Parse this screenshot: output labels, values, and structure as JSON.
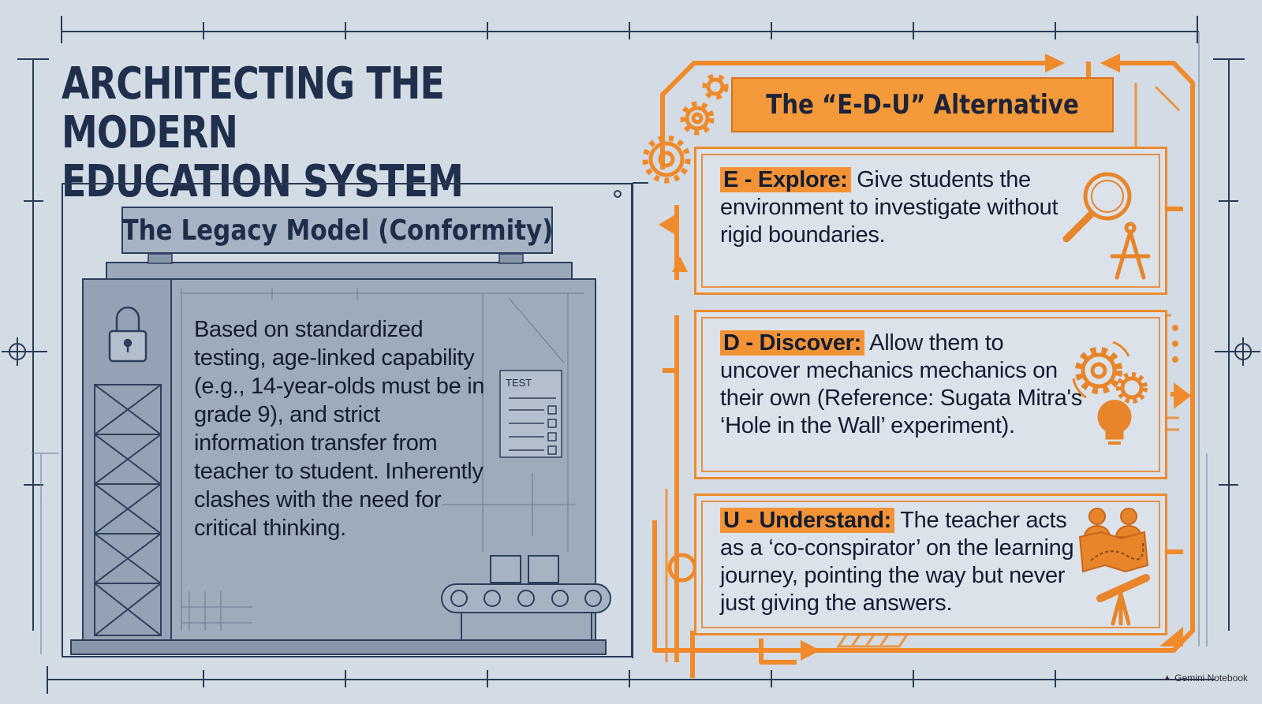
{
  "title_line1": "ARCHITECTING THE MODERN",
  "title_line2": "EDUCATION SYSTEM",
  "legacy": {
    "title": "The Legacy Model (Conformity)",
    "text": "Based on standardized testing, age-linked capability (e.g., 14-year-olds must be in grade 9), and strict information transfer from teacher to student. Inherently clashes with the need for critical thinking.",
    "test_sheet_label": "TEST"
  },
  "edu": {
    "title": "The “E-D-U” Alternative",
    "items": [
      {
        "tag": "E - Explore:",
        "text": " Give students the environment to investigate without rigid boundaries.",
        "icon": "magnifier-compass-icon"
      },
      {
        "tag": "D - Discover:",
        "text": " Allow them to uncover mechanics mechanics on their own (Reference: Sugata Mitra's ‘Hole in the Wall’ experiment).",
        "icon": "gears-lightbulb-icon"
      },
      {
        "tag": "U - Understand:",
        "text": " The teacher acts as a ‘co-conspirator’ on the learning journey, pointing the way but never just giving the answers.",
        "icon": "people-map-telescope-icon"
      }
    ]
  },
  "watermark": "Gemini Notebook",
  "colors": {
    "background": "#d3dbe4",
    "navy": "#1f2f4d",
    "orange": "#f39336",
    "steel": "#8e9cb0"
  }
}
